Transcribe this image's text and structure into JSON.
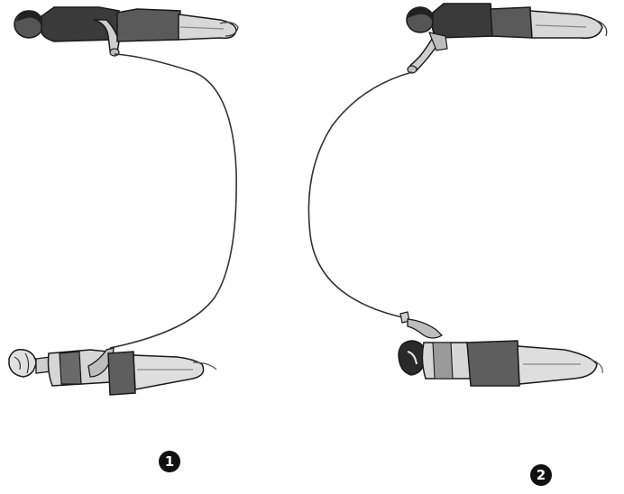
{
  "figure": {
    "panels": [
      {
        "number": "1",
        "rope_side": "right"
      },
      {
        "number": "2",
        "rope_side": "left"
      }
    ],
    "colors": {
      "ink": "#1a1a1a",
      "skin": "#d2d2d2",
      "skin_shadow": "#9a9a9a",
      "shirt": "#3a3a3a",
      "shorts": "#5a5a5a",
      "hair": "#222222",
      "rope": "#333333",
      "badge": "#111111"
    }
  }
}
